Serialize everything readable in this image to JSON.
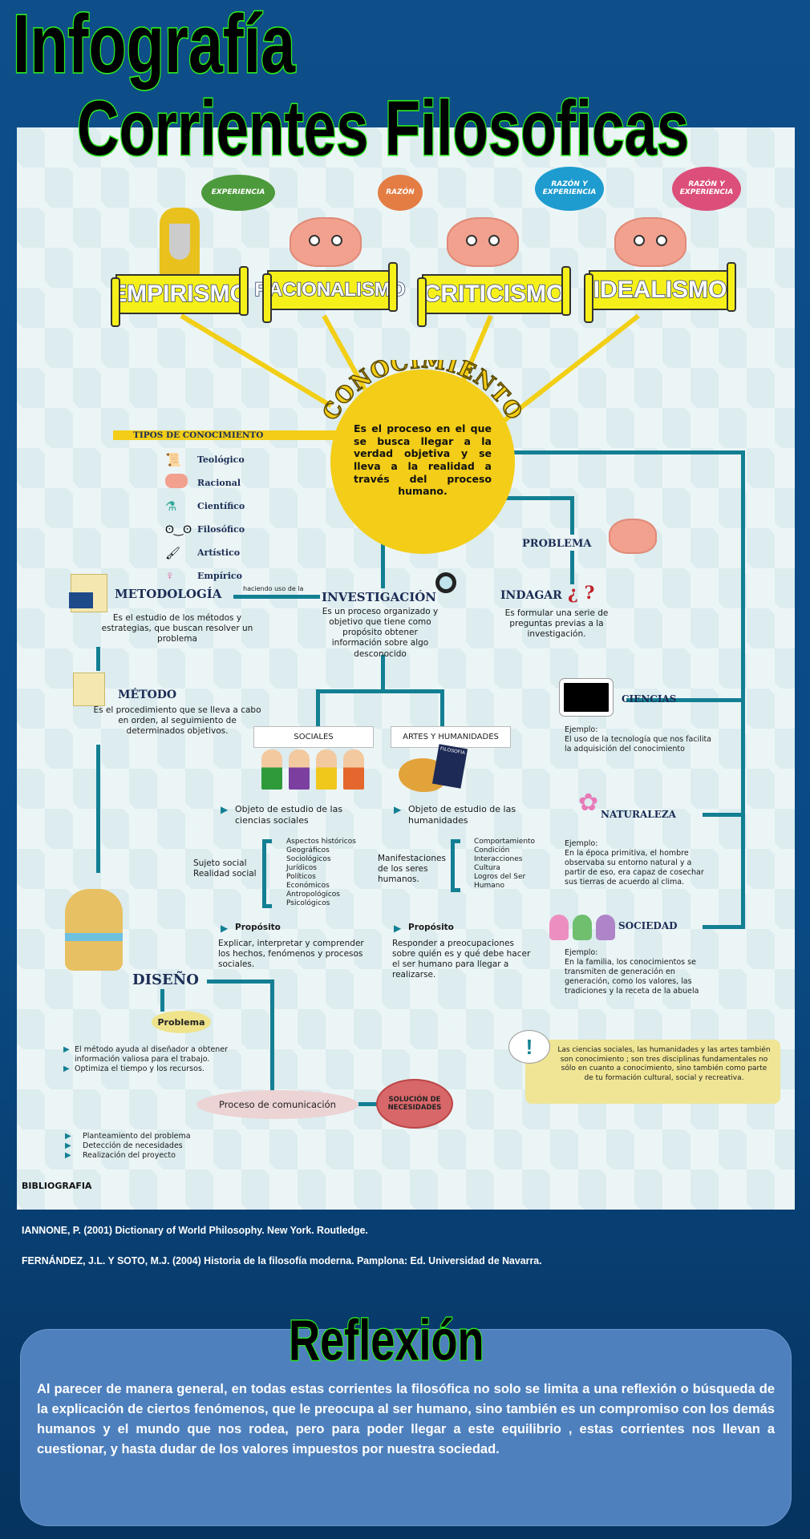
{
  "title_line1": "Infografía",
  "title_line2": "Corrientes Filosoficas",
  "currents": [
    {
      "name": "EMPIRISMO",
      "bubble": "EXPERIENCIA",
      "bubble_color": "#4d9a3c"
    },
    {
      "name": "RACIONALISMO",
      "bubble": "RAZÓN",
      "bubble_color": "#e47d44"
    },
    {
      "name": "CRITICISMO",
      "bubble": "RAZÓN Y EXPERIENCIA",
      "bubble_color": "#1e9ccf"
    },
    {
      "name": "IDEALISMO",
      "bubble": "RAZÓN Y EXPERIENCIA",
      "bubble_color": "#dc4f7a"
    }
  ],
  "center": {
    "title": "CONOCIMIENTO",
    "text": "Es el proceso en el que se busca llegar a la verdad objetiva y se lleva a la realidad a través del proceso humano."
  },
  "tipos": {
    "title": "TIPOS DE CONOCIMIENTO",
    "items": [
      "Teológico",
      "Racional",
      "Científico",
      "Filosófico",
      "Artístico",
      "Empírico"
    ]
  },
  "metodologia": {
    "title": "METODOLOGÍA",
    "text": "Es el estudio de los métodos y estrategias, que buscan resolver un problema"
  },
  "connector": "haciendo uso de la",
  "investigacion": {
    "title": "INVESTIGACIÓN",
    "text": "Es un proceso organizado y objetivo que tiene como propósito obtener información sobre algo desconocido"
  },
  "problema": "PROBLEMA",
  "indagar": {
    "title": "INDAGAR",
    "marks": "¿ ?",
    "text": "Es formular una serie de preguntas previas a la investigación."
  },
  "metodo": {
    "title": "MÉTODO",
    "text": "Es el procedimiento que se lleva a cabo en orden, al seguimiento de determinados objetivos."
  },
  "sociales": {
    "label": "SOCIALES",
    "objeto": "Objeto de estudio de las ciencias sociales",
    "sujeto": "Sujeto social Realidad social",
    "aspectos": [
      "Aspectos históricos",
      "Geográficos",
      "Sociológicos",
      "Jurídicos",
      "Políticos",
      "Económicos",
      "Antropológicos",
      "Psicológicos"
    ],
    "proposito_label": "Propósito",
    "proposito": "Explicar, interpretar y comprender los hechos, fenómenos y procesos sociales."
  },
  "artes": {
    "label": "ARTES Y HUMANIDADES",
    "book": "FILOSOFIA",
    "objeto": "Objeto de estudio de las humanidades",
    "manifestaciones": "Manifestaciones de los seres humanos.",
    "aspectos": [
      "Comportamiento",
      "Condición",
      "Interacciones",
      "Cultura",
      "Logros del Ser Humano"
    ],
    "proposito_label": "Propósito",
    "proposito": "Responder a preocupaciones sobre quién es y qué debe hacer el ser humano para llegar a realizarse."
  },
  "ciencias": {
    "title": "CIENCIAS",
    "text": "Ejemplo:\nEl uso de la tecnología que nos facilita la adquisición del conocimiento"
  },
  "naturaleza": {
    "title": "NATURALEZA",
    "text": "Ejemplo:\nEn la época primitiva, el hombre observaba su entorno natural y a partir de eso, era capaz de cosechar sus tierras de acuerdo al clima."
  },
  "sociedad": {
    "title": "SOCIEDAD",
    "text": "Ejemplo:\nEn la familia, los conocimientos se transmiten de generación en generación, como los valores, las tradiciones y la receta de la abuela"
  },
  "callout": "Las ciencias sociales, las humanidades y las artes también son conocimiento ; son tres disciplinas fundamentales no sólo en cuanto a conocimiento, sino también como parte de tu formación cultural, social y recreativa.",
  "diseno": {
    "title": "DISEÑO",
    "problema": "Problema",
    "bullets": [
      "El método ayuda al diseñador a obtener información valiosa para el trabajo.",
      "Optimiza el tiempo y los recursos."
    ],
    "proceso": "Proceso de comunicación",
    "solucion": "SOLUCIÓN DE NECESIDADES",
    "steps": [
      "Planteamiento del problema",
      "Detección de necesidades",
      "Realización del proyecto"
    ]
  },
  "bibliografia": {
    "title": "BIBLIOGRAFIA",
    "refs": [
      "IANNONE, P. (2001) Dictionary of World Philosophy. New York. Routledge.",
      "FERNÁNDEZ, J.L. Y SOTO, M.J. (2004) Historia de la filosofía moderna. Pamplona: Ed. Universidad de Navarra."
    ]
  },
  "reflexion": {
    "title": "Reflexión",
    "text": "Al parecer de manera general, en todas estas corrientes la filosófica no solo se limita a una reflexión o búsqueda de la explicación de ciertos fenómenos, que le preocupa al ser humano, sino también es un compromiso con los demás humanos y el mundo que nos rodea, pero para poder llegar  a este equilibrio , estas corrientes nos llevan a cuestionar, y hasta dudar de los valores impuestos por nuestra sociedad."
  }
}
